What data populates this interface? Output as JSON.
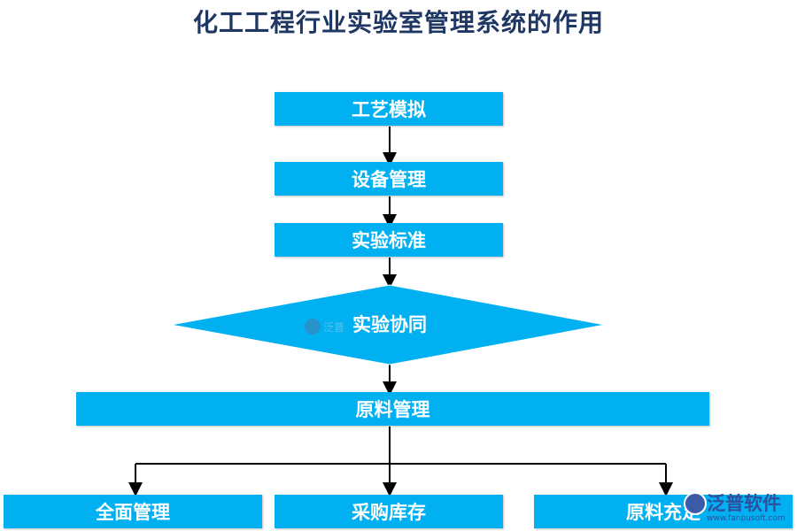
{
  "title": "化工工程行业实验室管理系统的作用",
  "nodes": {
    "process_simulation": "工艺模拟",
    "equipment_management": "设备管理",
    "experiment_standard": "实验标准",
    "experiment_collaboration": "实验协同",
    "raw_material_management": "原料管理",
    "comprehensive_management": "全面管理",
    "procurement_inventory": "采购库存",
    "raw_material_sufficient": "原料充足"
  },
  "watermark": {
    "center_text": "泛普",
    "brand_name": "泛普软件",
    "brand_url": "www.fanpusoft.com"
  },
  "colors": {
    "node_fill": "#00b0f0",
    "title_text": "#1f3763",
    "arrow": "#000000"
  }
}
